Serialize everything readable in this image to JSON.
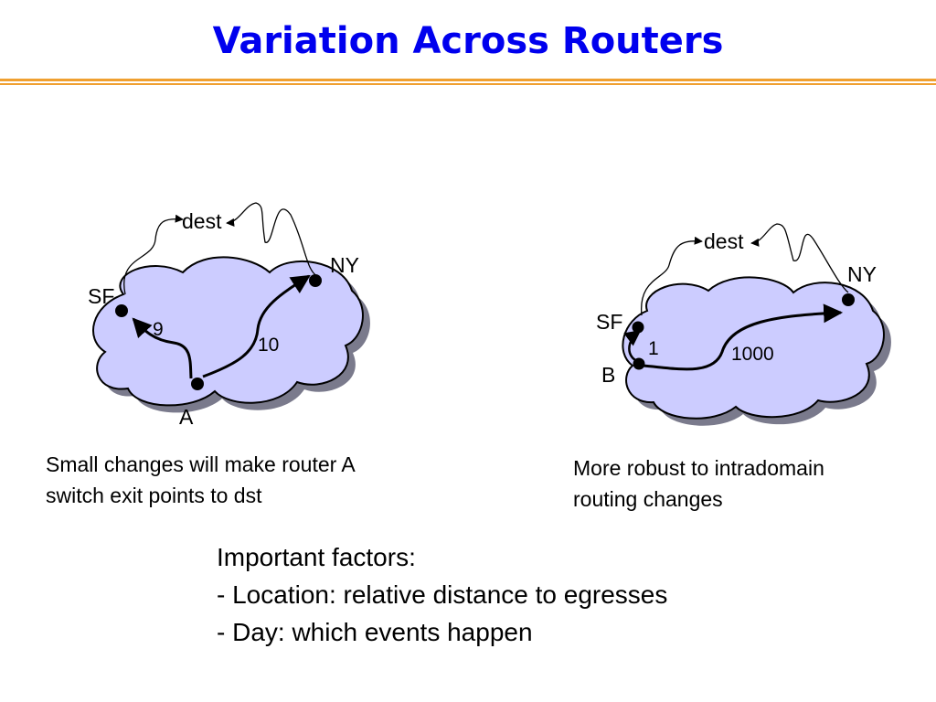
{
  "slide": {
    "title": "Variation Across Routers",
    "colors": {
      "title": "#0000ee",
      "rule": "#f0a030",
      "cloud_fill": "#ccccff",
      "cloud_shadow": "#7a7a8c"
    }
  },
  "left_diagram": {
    "nodes": {
      "dest": "dest",
      "ny": "NY",
      "sf": "SF",
      "a": "A"
    },
    "weights": {
      "a_to_sf": "9",
      "a_to_ny": "10"
    },
    "caption": [
      "Small changes will make router A",
      "switch exit points to dst"
    ]
  },
  "right_diagram": {
    "nodes": {
      "dest": "dest",
      "ny": "NY",
      "sf": "SF",
      "b": "B"
    },
    "weights": {
      "b_to_sf": "1",
      "b_to_ny": "1000"
    },
    "caption": [
      "More robust to intradomain",
      "routing changes"
    ]
  },
  "factors": {
    "lines": [
      "Important factors:",
      "- Location: relative distance to egresses",
      "- Day: which events happen"
    ]
  }
}
